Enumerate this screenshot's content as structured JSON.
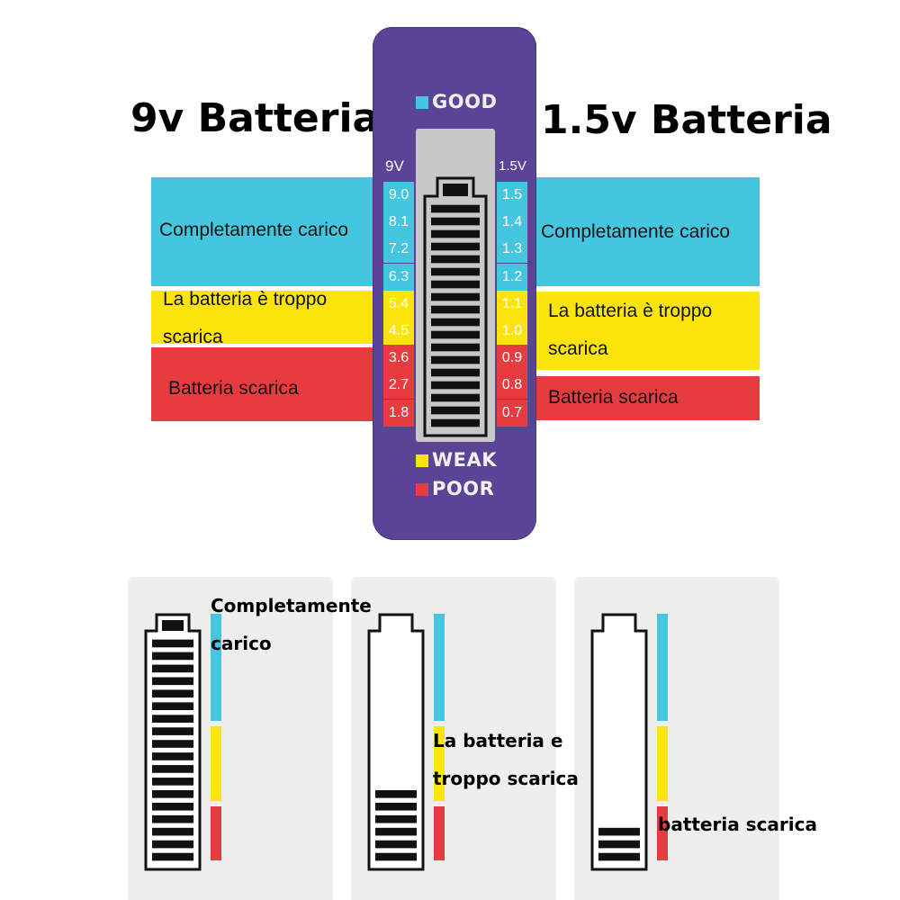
{
  "titles": {
    "left": "9v Batteria",
    "right": "1.5v Batteria"
  },
  "bands": {
    "left": {
      "full": "Completamente carico",
      "weak": "La batteria è troppo scarica",
      "poor": "Batteria scarica"
    },
    "right": {
      "full": "Completamente carico",
      "weak": "La batteria è troppo scarica",
      "poor": "Batteria scarica"
    }
  },
  "tester": {
    "good_label": "GOOD",
    "weak_label": "WEAK",
    "poor_label": "POOR",
    "scale_9v_header": "9V",
    "scale_15v_header": "1.5V",
    "scale_9v": [
      "9.0",
      "8.1",
      "7.2",
      "6.3",
      "5.4",
      "4.5",
      "3.6",
      "2.7",
      "1.8"
    ],
    "scale_15v": [
      "1.5",
      "1.4",
      "1.3",
      "1.2",
      "1.1",
      "1.0",
      "0.9",
      "0.8",
      "0.7"
    ],
    "levels": [
      "good",
      "good",
      "good",
      "good",
      "weak",
      "weak",
      "poor",
      "poor",
      "poor"
    ],
    "lit_bars": 18,
    "total_bars": 18
  },
  "panels": [
    {
      "caption_line1": "Completamente",
      "caption_line2": "carico",
      "filled_bars": 18,
      "total_bars": 18
    },
    {
      "caption_line1": "La batteria e",
      "caption_line2": "troppo scarica",
      "filled_bars": 6,
      "total_bars": 18
    },
    {
      "caption_line1": "batteria scarica",
      "caption_line2": "",
      "filled_bars": 3,
      "total_bars": 18
    }
  ],
  "colors": {
    "good": "#45c6df",
    "weak": "#fbe30c",
    "poor": "#e63c40",
    "tester_body": "#5a4496",
    "panel_bg": "#eeeeee"
  }
}
